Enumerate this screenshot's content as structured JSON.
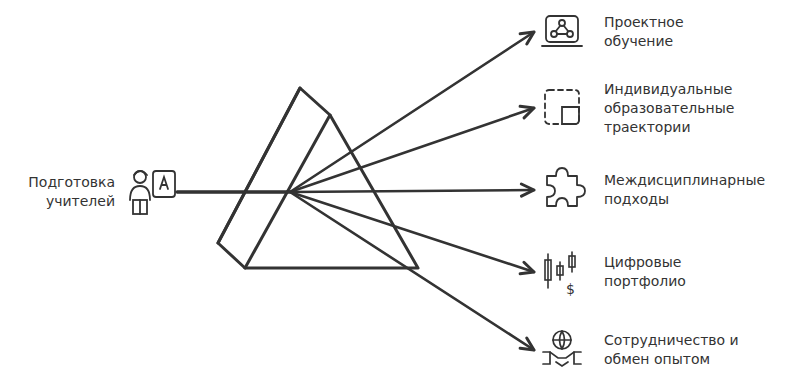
{
  "diagram": {
    "nodes": [
      {
        "text": [
          "Подготовка учителей"
        ]
      },
      {
        "text": [
          "Проектное обучение"
        ]
      },
      {
        "text": [
          "Индивидуальные образовательные траектории"
        ]
      },
      {
        "text": [
          "Междисциплинарные подходы"
        ]
      },
      {
        "text": [
          "Цифровые портфолио"
        ]
      },
      {
        "text": [
          "Сотрудничество и обмен опытом"
        ]
      }
    ],
    "edges": [
      {
        "from": 0,
        "to": 1,
        "arrow": "to"
      },
      {
        "from": 0,
        "to": 2,
        "arrow": "to"
      },
      {
        "from": 0,
        "to": 3,
        "arrow": "to"
      },
      {
        "from": 0,
        "to": 4,
        "arrow": "to"
      },
      {
        "from": 0,
        "to": 5,
        "arrow": "to"
      }
    ]
  }
}
